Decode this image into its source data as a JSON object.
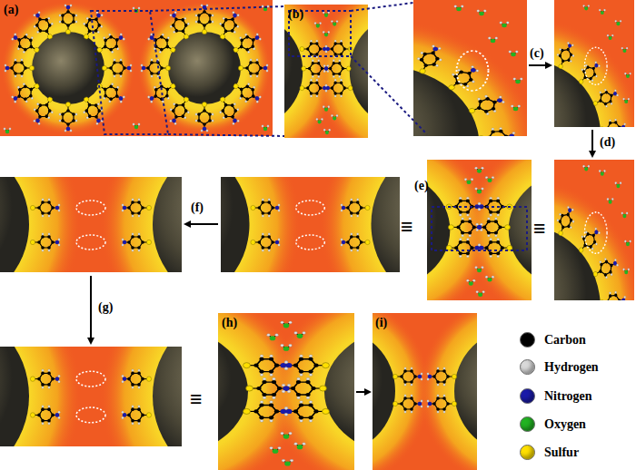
{
  "diagram": {
    "labels": [
      "(a)",
      "(b)",
      "(c)",
      "(d)",
      "(e)",
      "(f)",
      "(g)",
      "(h)",
      "(i)",
      "≡",
      "≡",
      "≡"
    ],
    "legend": [
      {
        "text": "Carbon",
        "color": "#000000"
      },
      {
        "text": "Hydrogen",
        "color": "#d9d9d9"
      },
      {
        "text": "Nitrogen",
        "color": "#1a1aa8"
      },
      {
        "text": "Oxygen",
        "color": "#22b322"
      },
      {
        "text": "Sulfur",
        "color": "#ffe000"
      }
    ]
  }
}
